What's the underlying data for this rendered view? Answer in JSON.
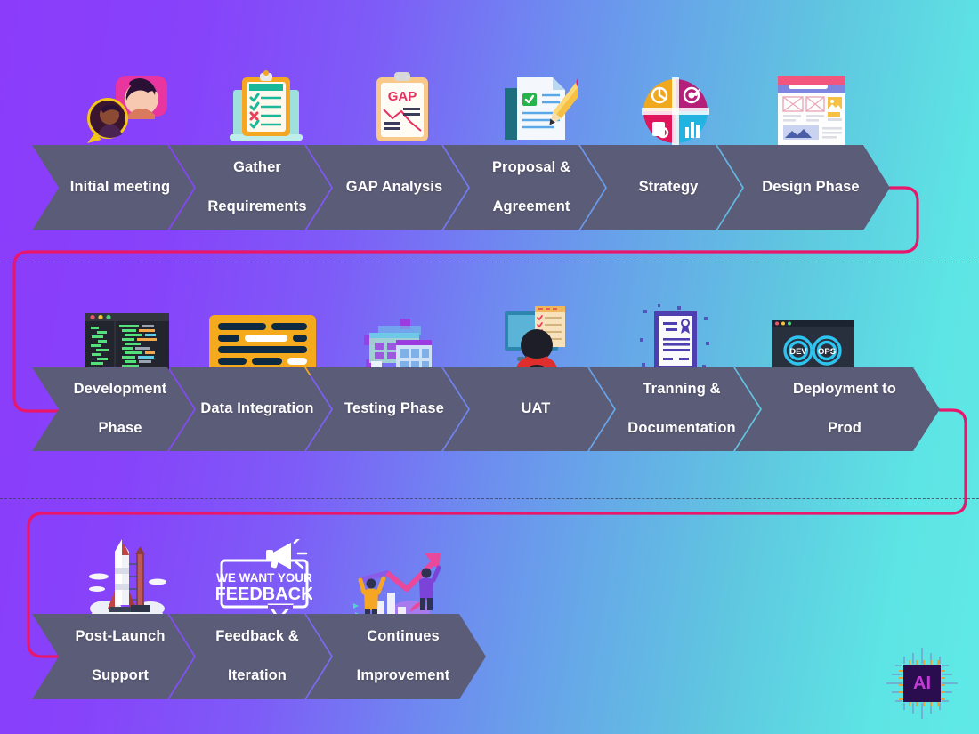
{
  "background": {
    "gradient_from": "#8B3CFA",
    "gradient_to": "#5FE9E6"
  },
  "theme": {
    "chevron_fill": "#5b5c77",
    "chevron_text": "#ffffff",
    "connector_color": "#E8176C",
    "divider_color": "#3a3f57"
  },
  "rows": [
    {
      "id": "row-1",
      "name": "discovery-and-design",
      "steps": [
        {
          "label": "Initial meeting",
          "icon": "people-chat-icon"
        },
        {
          "label": "Gather\nRequirements",
          "label_line1": "Gather",
          "label_line2": "Requirements",
          "icon": "clipboard-checklist-icon"
        },
        {
          "label": "GAP Analysis",
          "icon": "gap-report-icon"
        },
        {
          "label": "Proposal &\nAgreement",
          "label_line1": "Proposal &",
          "label_line2": "Agreement",
          "icon": "document-pencil-icon"
        },
        {
          "label": "Strategy",
          "icon": "strategy-pie-icon"
        },
        {
          "label": "Design Phase",
          "icon": "wireframe-layout-icon"
        }
      ]
    },
    {
      "id": "row-2",
      "name": "build-and-deploy",
      "steps": [
        {
          "label": "Development\nPhase",
          "label_line1": "Development",
          "label_line2": "Phase",
          "icon": "code-terminal-icon"
        },
        {
          "label": "Data Integration",
          "icon": "data-bars-icon"
        },
        {
          "label": "Testing Phase",
          "icon": "testing-windows-icon"
        },
        {
          "label": "UAT",
          "icon": "user-acceptance-icon"
        },
        {
          "label": "Tranning &\nDocumentation",
          "label_line1": "Tranning &",
          "label_line2": "Documentation",
          "icon": "certificate-doc-icon"
        },
        {
          "label": "Deployment to\nProd",
          "label_line1": "Deployment to",
          "label_line2": "Prod",
          "icon": "devops-infinity-icon"
        }
      ]
    },
    {
      "id": "row-3",
      "name": "post-launch",
      "steps": [
        {
          "label": "Post-Launch\nSupport",
          "label_line1": "Post-Launch",
          "label_line2": "Support",
          "icon": "rocket-launch-icon"
        },
        {
          "label": "Feedback &\nIteration",
          "label_line1": "Feedback &",
          "label_line2": "Iteration",
          "icon": "feedback-megaphone-icon"
        },
        {
          "label": "Continues\nImprovement",
          "label_line1": "Continues",
          "label_line2": "Improvement",
          "icon": "growth-chart-icon"
        }
      ]
    }
  ],
  "watermark": {
    "label": "AI",
    "name": "ai-chip-logo"
  }
}
